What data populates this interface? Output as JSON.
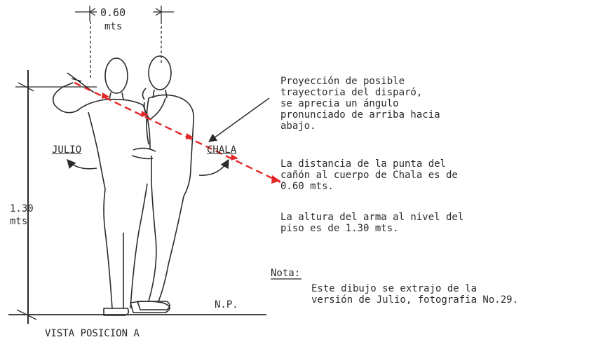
{
  "dimensions": {
    "separation": "0.60",
    "separation_unit": "mts",
    "height_value": "1.30",
    "height_unit": "mts"
  },
  "labels": {
    "julio": "JULIO",
    "chala": "CHALA",
    "floor": "N.P.",
    "view_title": "VISTA POSICION A"
  },
  "notes": {
    "projection": [
      "Proyección de posible",
      "trayectoria del disparó,",
      "se aprecia un ángulo",
      "pronunciado de arriba hacia",
      "abajo."
    ],
    "distance": [
      "La distancia de la punta del",
      "cañón al cuerpo de Chala es de",
      "0.60 mts."
    ],
    "height": [
      "La altura del arma al nivel del",
      "piso es de 1.30 mts."
    ],
    "nota_label": "Nota:",
    "nota": [
      "Este dibujo se extrajo de la",
      "versión de Julio, fotografia No.29."
    ]
  },
  "colors": {
    "ink": "#2b2b2b",
    "trajectory": "#e32626",
    "paper": "#ffffff"
  }
}
